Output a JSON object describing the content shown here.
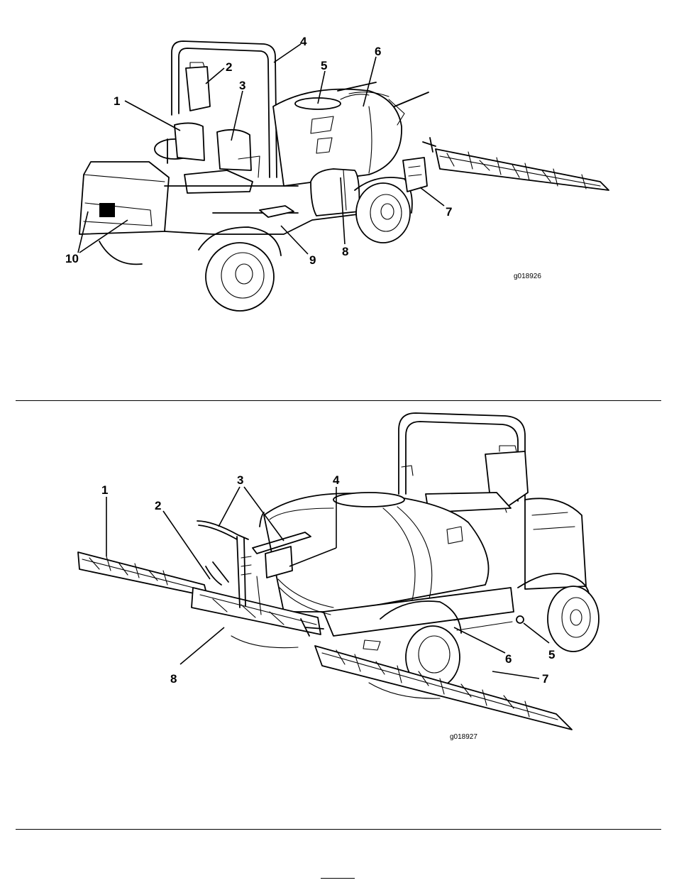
{
  "figures": [
    {
      "id": "g018926",
      "callouts": [
        "1",
        "2",
        "3",
        "4",
        "5",
        "6",
        "7",
        "8",
        "9",
        "10"
      ]
    },
    {
      "id": "g018927",
      "callouts": [
        "1",
        "2",
        "3",
        "4",
        "5",
        "6",
        "7",
        "8"
      ]
    }
  ]
}
